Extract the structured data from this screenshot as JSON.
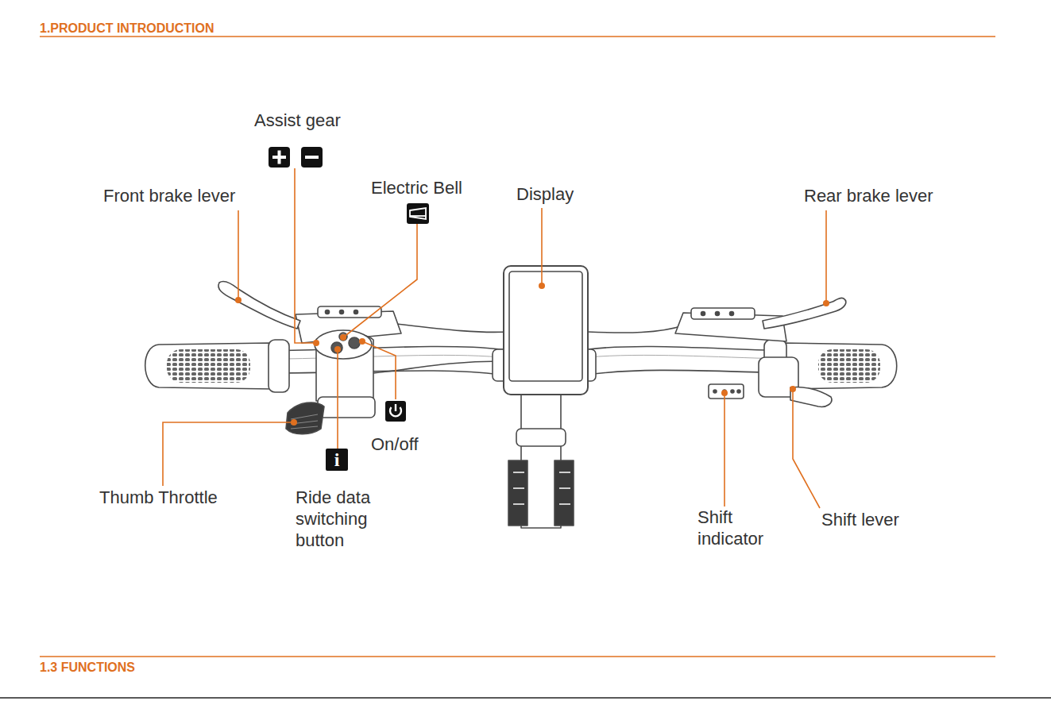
{
  "diagram": {
    "title": "1.PRODUCT INTRODUCTION",
    "labels": [
      "Assist gear",
      "Front brake lever",
      "Electric Bell",
      "Display",
      "Rear brake lever",
      "Thumb Throttle",
      "Ride data switching button",
      "i",
      "On/off",
      "Shift indicator",
      "Shift lever",
      "1.3 FUNCTIONS"
    ]
  }
}
